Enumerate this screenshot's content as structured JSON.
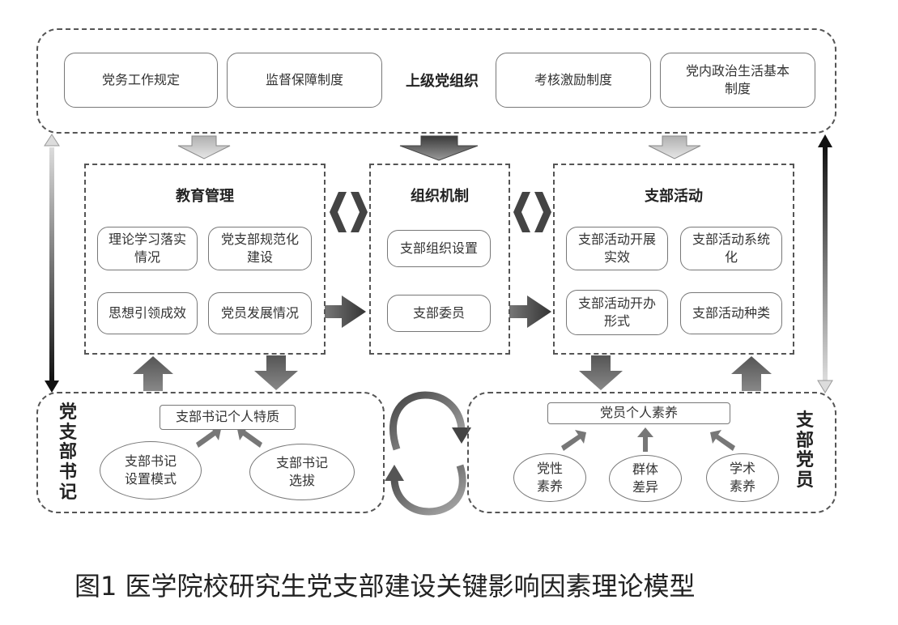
{
  "top_group": {
    "center_label": "上级党组织",
    "boxes": [
      "党务工作规定",
      "监督保障制度",
      "考核激励制度",
      "党内政治生活基本\n制度"
    ]
  },
  "education": {
    "title": "教育管理",
    "items": [
      "理论学习落实\n情况",
      "党支部规范化\n建设",
      "思想引领成效",
      "党员发展情况"
    ]
  },
  "organization": {
    "title": "组织机制",
    "items": [
      "支部组织设置",
      "支部委员"
    ]
  },
  "activities": {
    "title": "支部活动",
    "items": [
      "支部活动开展\n实效",
      "支部活动系统\n化",
      "支部活动开办\n形式",
      "支部活动种类"
    ]
  },
  "secretary": {
    "side_label": "党\n支\n部\n书\n记",
    "quality": "支部书记个人特质",
    "factors": [
      "支部书记\n设置模式",
      "支部书记\n选拔"
    ]
  },
  "members": {
    "side_label": "支\n部\n党\n员",
    "quality": "党员个人素养",
    "factors": [
      "党性\n素养",
      "群体\n差异",
      "学术\n素养"
    ]
  },
  "caption": "图1  医学院校研究生党支部建设关键影响因素理论模型",
  "icons": [
    "down-block-arrow",
    "right-block-arrow",
    "up-block-arrow",
    "bracket-arrow",
    "cycle-arrows",
    "vertical-gradient-arrow"
  ]
}
